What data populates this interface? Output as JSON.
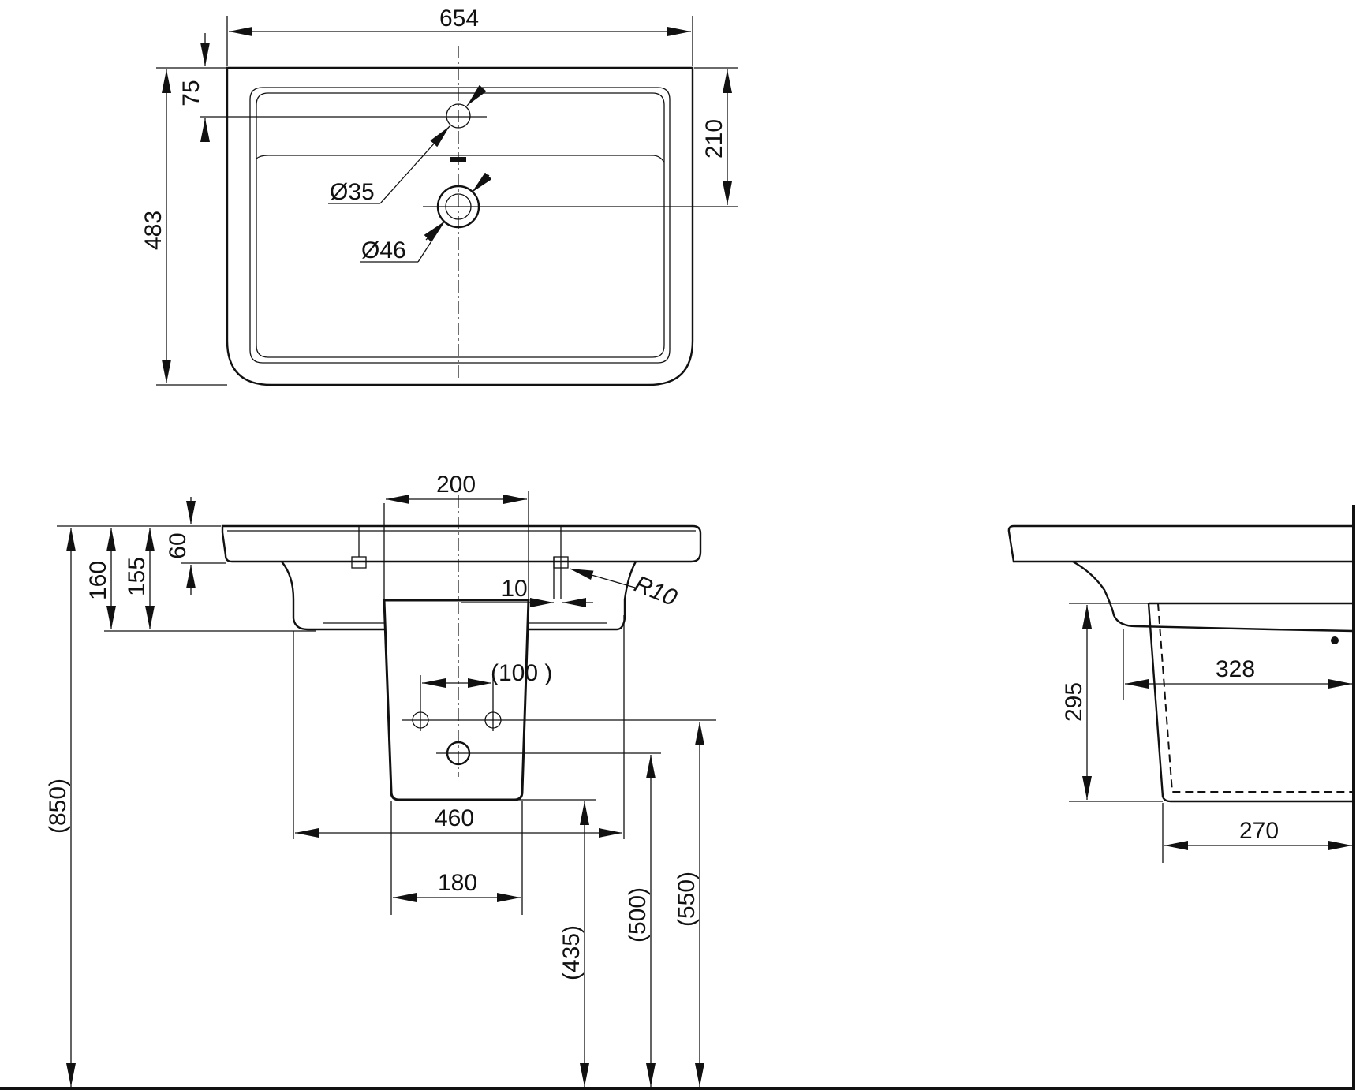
{
  "colors": {
    "ink": "#111111",
    "background": "#ffffff"
  },
  "top_view": {
    "width": "654",
    "depth": "483",
    "tap_offset": "75",
    "drain_offset": "210",
    "tap_hole": "Ø35",
    "drain_hole": "Ø46"
  },
  "front_view": {
    "pedestal_top_width": "200",
    "rim_thickness": "60",
    "basin_height": "160",
    "bowl_height": "155",
    "offset_small": "10",
    "radius": "R10",
    "supply_spacing": "(100 )",
    "bowl_width": "460",
    "pedestal_bottom_width": "180",
    "rim_height": "(850)",
    "pedestal_height": "(435)",
    "drain_height": "(500)",
    "supply_height": "(550)"
  },
  "side_view": {
    "pedestal_height": "295",
    "projection_upper": "328",
    "projection_lower": "270"
  }
}
